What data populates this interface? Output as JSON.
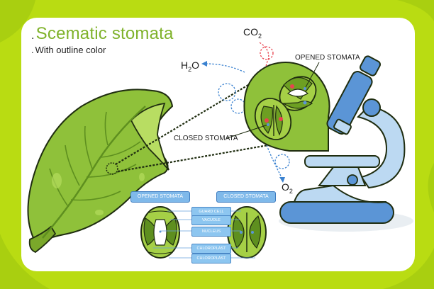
{
  "header": {
    "title": "Scematic stomata",
    "subtitle": "With outline color"
  },
  "labels": {
    "co2": "CO",
    "co2_sub": "2",
    "h2o_h": "H",
    "h2o_sub": "2",
    "h2o_o": "O",
    "o2": "O",
    "o2_sub": "2",
    "opened_stomata": "OPENED STOMATA",
    "closed_stomata": "CLOSED STOMATA"
  },
  "legend": {
    "opened_header": "OPENED STOMATA",
    "closed_header": "CLOSED STOMATA",
    "parts": [
      "GUARD CELL",
      "VACUOLE",
      "NUCLEUS",
      "CHLOROPLAST",
      "CHLOROPLAST"
    ]
  },
  "colors": {
    "background": "#b9dc12",
    "card": "#ffffff",
    "title": "#7fb22a",
    "leaf": "#8fc13a",
    "leaf_dark": "#5e8f1f",
    "outline": "#1f2d10",
    "microscope": "#5b95d6",
    "microscope_light": "#bcd9f2",
    "label_pill": "#8dc6f0"
  },
  "icons": [
    "leaf-icon",
    "microscope-icon",
    "magnifier-icon",
    "stomata-icon"
  ]
}
